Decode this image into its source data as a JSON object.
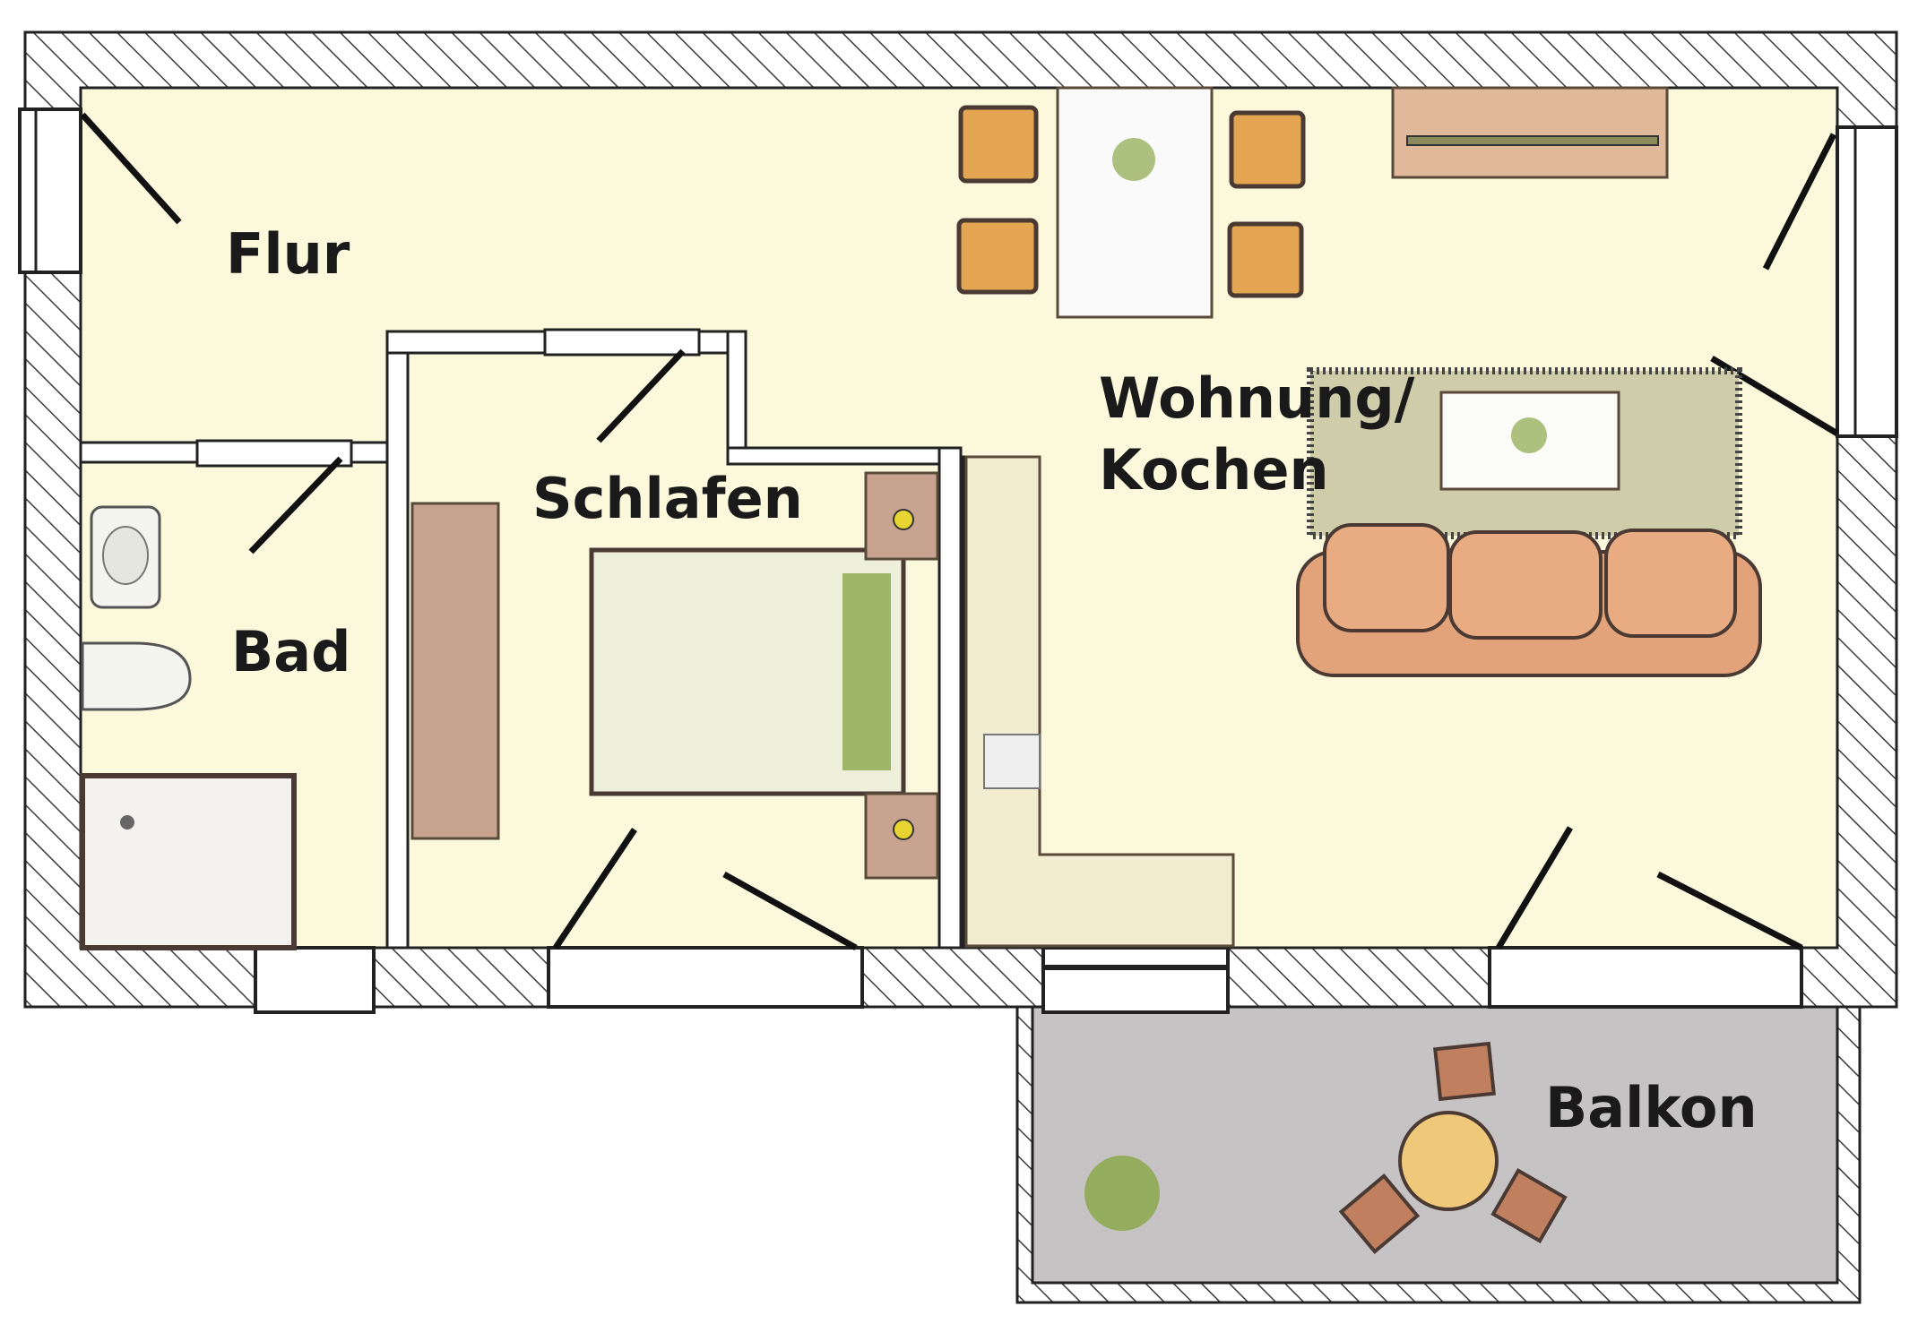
{
  "rooms": {
    "flur": "Flur",
    "bad": "Bad",
    "schlafen": "Schlafen",
    "wohnung_line1": "Wohnung/",
    "wohnung_line2": "Kochen",
    "balkon": "Balkon"
  },
  "colors": {
    "floor": "#fbf8dc",
    "wall": "#ffffff",
    "wall_hatch": "#3a3a3a",
    "balcony_floor": "#c6c3c5",
    "rug": "#cfccaa",
    "sofa": "#e2a37a",
    "chair": "#e4a552",
    "wood": "#c8a490",
    "plant": "#7a9a3a"
  }
}
